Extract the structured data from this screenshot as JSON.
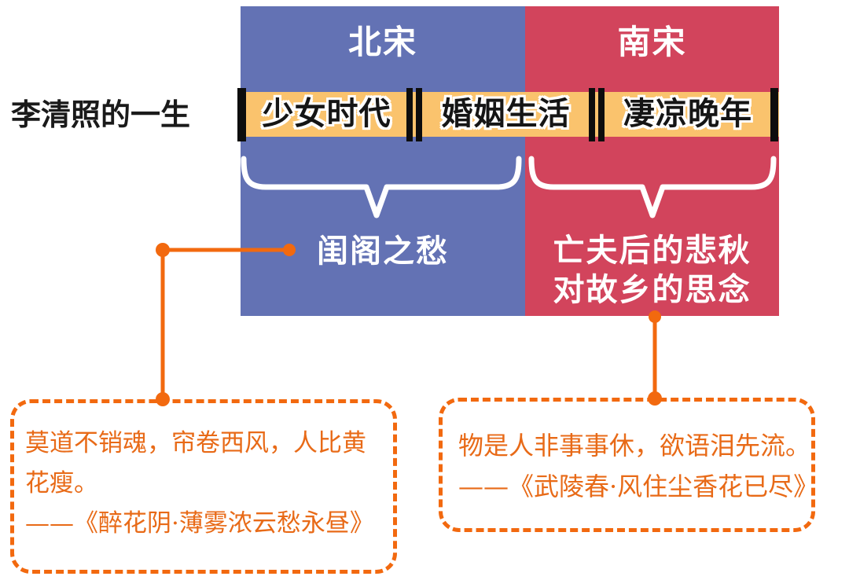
{
  "title": "李清照的一生",
  "timeline": {
    "dynasties": [
      {
        "label": "北宋"
      },
      {
        "label": "南宋"
      }
    ],
    "phases": [
      {
        "label": "少女时代"
      },
      {
        "label": "婚姻生活"
      },
      {
        "label": "凄凉晚年"
      }
    ],
    "themes": {
      "north": "闺阁之愁",
      "south_line1": "亡夫后的悲秋",
      "south_line2": "对故乡的思念"
    }
  },
  "quotes": {
    "left": {
      "line1": "莫道不销魂，帘卷西风，人比黄",
      "line2": "花瘦。",
      "line3": "——《醉花阴·薄雾浓云愁永昼》"
    },
    "right": {
      "line1": "物是人非事事休，欲语泪先流。",
      "line2": "——《武陵春·风住尘香花已尽》"
    }
  },
  "colors": {
    "north_blue": "#6372b4",
    "south_red": "#d2445c",
    "band_orange": "#fac36d",
    "accent_orange": "#f2690f",
    "quote_text_orange": "#e86a17",
    "divider_black": "#0d0d0d",
    "brace_white": "#ffffff"
  }
}
